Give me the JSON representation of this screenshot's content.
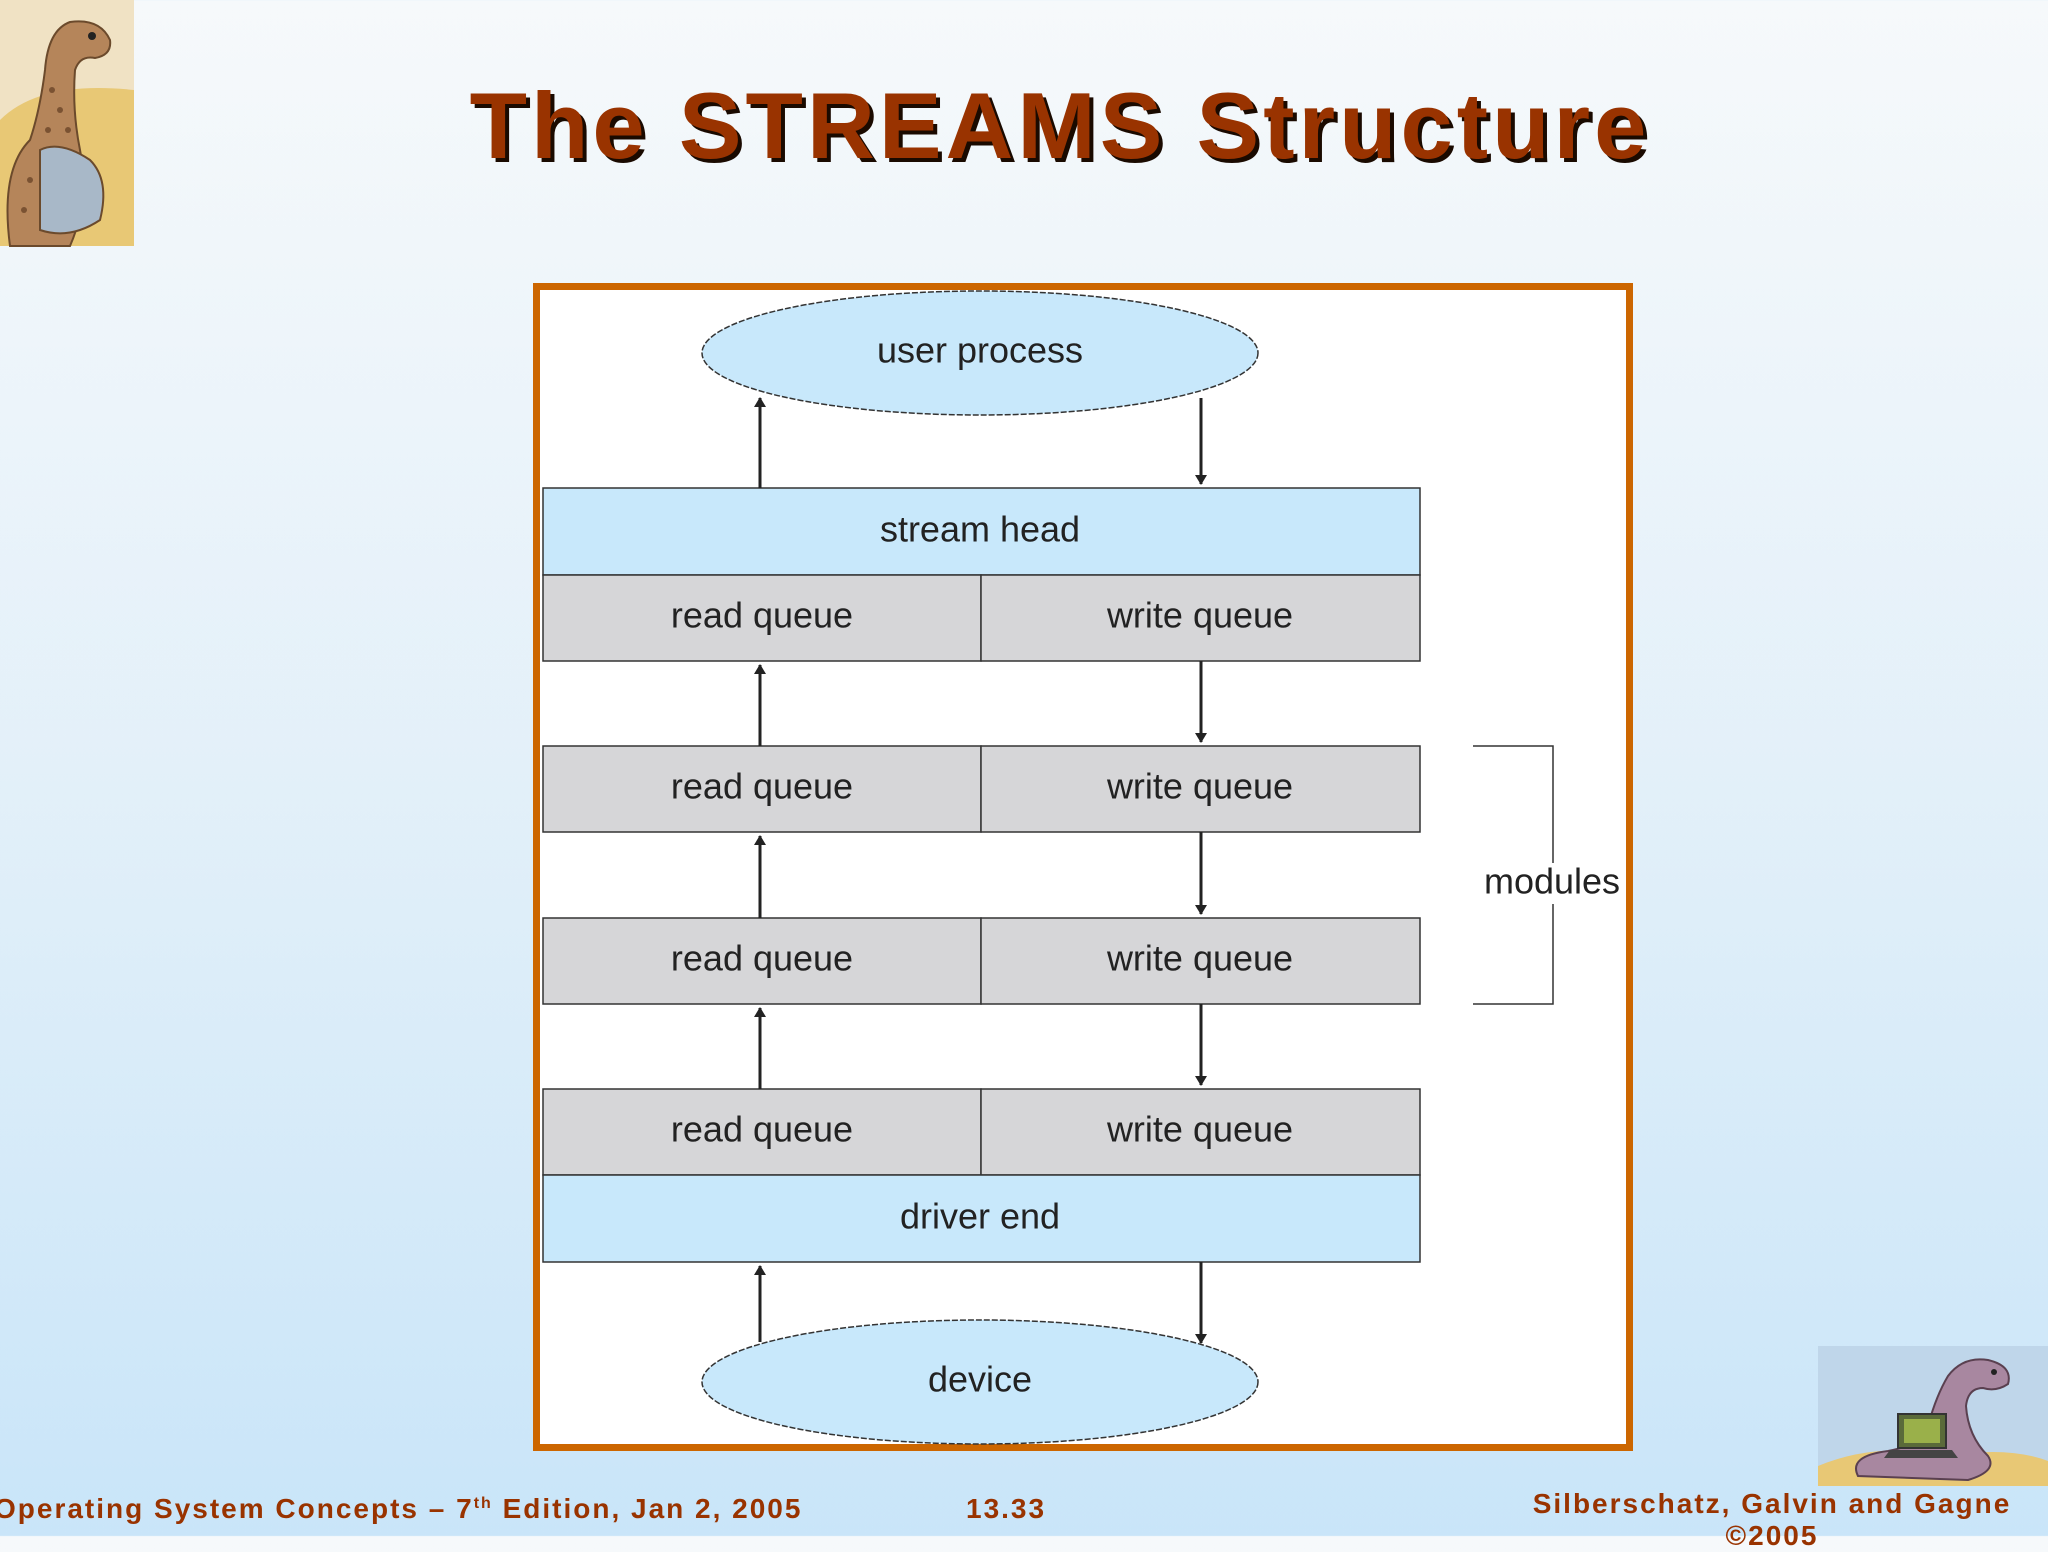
{
  "slide": {
    "title": "The STREAMS Structure"
  },
  "diagram": {
    "user_process": "user process",
    "stream_head": "stream head",
    "driver_end": "driver end",
    "device": "device",
    "modules_label": "modules",
    "queue_rows": [
      {
        "read": "read queue",
        "write": "write queue"
      },
      {
        "read": "read queue",
        "write": "write queue"
      },
      {
        "read": "read queue",
        "write": "write queue"
      },
      {
        "read": "read queue",
        "write": "write queue"
      }
    ]
  },
  "footer": {
    "book_prefix": "Operating System Concepts – 7",
    "edition_sup": "th",
    "book_suffix": " Edition, Jan 2, 2005",
    "page_number": "13.33",
    "authors": "Silberschatz, Galvin and Gagne",
    "copyright": "©2005"
  },
  "colors": {
    "title": "#993300",
    "frame_border": "#cc6600",
    "head_fill": "#c8e8fb",
    "queue_fill": "#d6d6d8",
    "ellipse_fill": "#c8e8fb"
  },
  "icons": {
    "top_left": "dinosaur-logo-icon",
    "bottom_right": "dinosaur-laptop-icon"
  }
}
